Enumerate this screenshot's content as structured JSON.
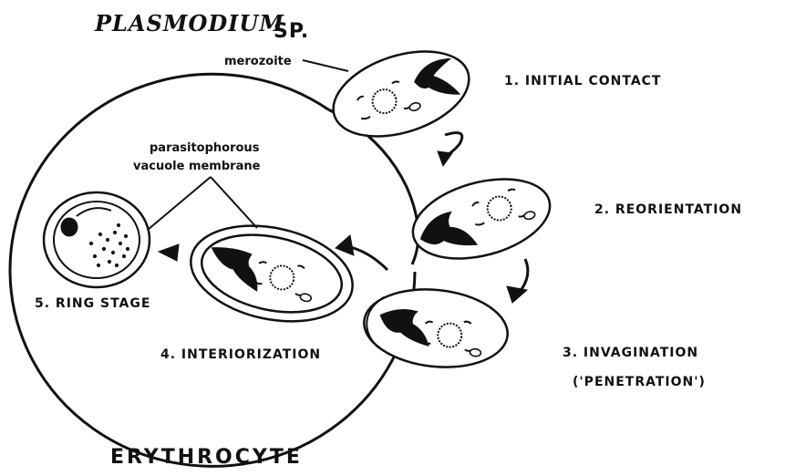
{
  "title": {
    "genus": "PLASMODIUM",
    "suffix": "SP."
  },
  "labels": {
    "merozoite": "merozoite",
    "pvm_line1": "parasitophorous",
    "pvm_line2": "vacuole membrane",
    "ring_stage": "5. RING STAGE",
    "erythrocyte": "ERYTHROCYTE"
  },
  "steps": [
    {
      "label": "1. INITIAL CONTACT"
    },
    {
      "label": "2. REORIENTATION"
    },
    {
      "label": "3. INVAGINATION"
    },
    {
      "label": "4. INTERIORIZATION"
    }
  ],
  "step3_sub": "('PENETRATION')"
}
